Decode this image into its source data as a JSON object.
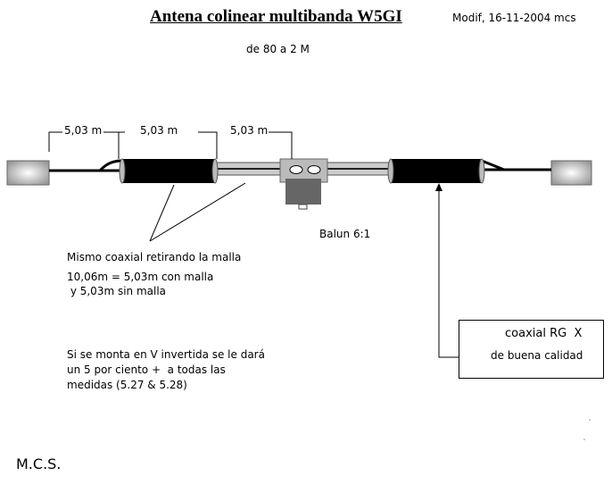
{
  "title": "Antena colinear multibanda W5GI",
  "modified": "Modif, 16-11-2004 mcs",
  "subtitle": "de 80 a 2 M",
  "dimensions": [
    "5,03 m",
    "5,03 m",
    "5,03 m"
  ],
  "balun_label": "Balun 6:1",
  "note_coax": "Mismo coaxial retirando la malla",
  "note_length_1": "10,06m = 5,03m con malla",
  "note_length_2": " y 5,03m sin malla",
  "note_v_1": "Si se monta en V invertida se le dará",
  "note_v_2": "un 5 por ciento +  a todas las",
  "note_v_3": "medidas (5.27 & 5.28)",
  "coax_box_1": "coaxial RG  X",
  "coax_box_2": "de buena calidad",
  "author": "M.C.S."
}
